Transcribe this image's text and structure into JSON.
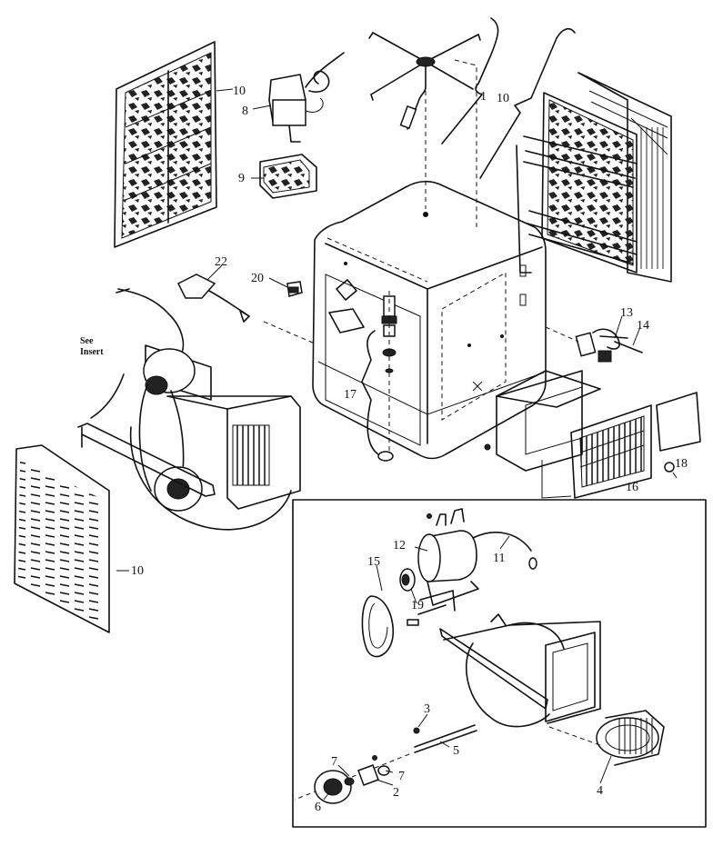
{
  "insert_note": {
    "line1": "See",
    "line2": "Insert"
  },
  "callouts": {
    "c1": "1",
    "c2": "2",
    "c3": "3",
    "c4": "4",
    "c5": "5",
    "c6": "6",
    "c7a": "7",
    "c7b": "7",
    "c8": "8",
    "c9": "9",
    "c10a": "10",
    "c10b": "10",
    "c10c": "10",
    "c11": "11",
    "c12": "12",
    "c13": "13",
    "c14": "14",
    "c15": "15",
    "c16": "16",
    "c17": "17",
    "c18": "18",
    "c19": "19",
    "c20": "20",
    "c22": "22"
  }
}
